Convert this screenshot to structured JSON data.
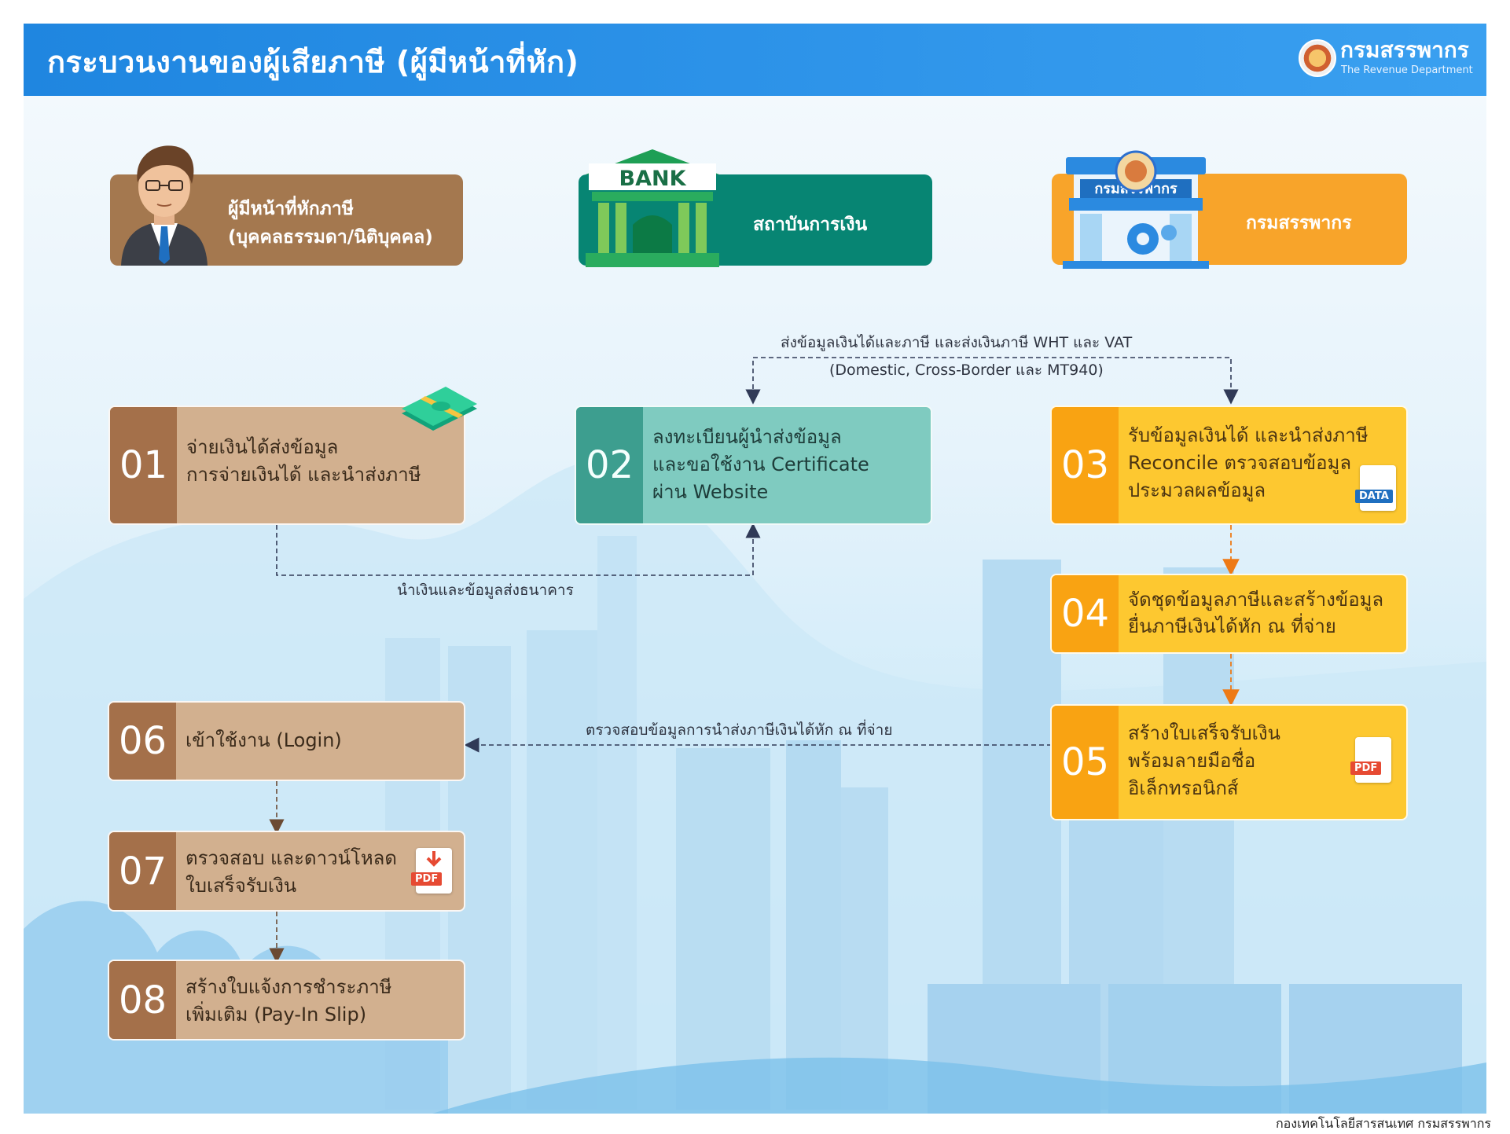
{
  "header": {
    "title": "กระบวนงานของผู้เสียภาษี (ผู้มีหน้าที่หัก)",
    "logo_name_th": "กรมสรรพากร",
    "logo_name_en": "The Revenue Department"
  },
  "actors": {
    "payer": {
      "line1": "ผู้มีหน้าที่หักภาษี",
      "line2": "(บุคคลธรรมดา/นิติบุคคล)"
    },
    "bank": {
      "label": "สถาบันการเงิน",
      "sign": "BANK"
    },
    "rd": {
      "label": "กรมสรรพากร",
      "sign": "กรมสรรพากร"
    }
  },
  "steps": {
    "s01": {
      "num": "01",
      "line1": "จ่ายเงินได้ส่งข้อมูล",
      "line2": "การจ่ายเงินได้ และนำส่งภาษี"
    },
    "s02": {
      "num": "02",
      "line1": "ลงทะเบียนผู้นำส่งข้อมูล",
      "line2": "และขอใช้งาน Certificate",
      "line3": "ผ่าน Website"
    },
    "s03": {
      "num": "03",
      "line1": "รับข้อมูลเงินได้ และนำส่งภาษี",
      "line2": "Reconcile ตรวจสอบข้อมูล",
      "line3": "ประมวลผลข้อมูล",
      "doc_tag": "DATA"
    },
    "s04": {
      "num": "04",
      "line1": "จัดชุดข้อมูลภาษีและสร้างข้อมูล",
      "line2": "ยื่นภาษีเงินได้หัก ณ ที่จ่าย"
    },
    "s05": {
      "num": "05",
      "line1": "สร้างใบเสร็จรับเงิน",
      "line2": "พร้อมลายมือชื่อ",
      "line3": "อิเล็กทรอนิกส์",
      "doc_tag": "PDF"
    },
    "s06": {
      "num": "06",
      "line1": "เข้าใช้งาน (Login)"
    },
    "s07": {
      "num": "07",
      "line1": "ตรวจสอบ และดาวน์โหลด",
      "line2": "ใบเสร็จรับเงิน",
      "doc_tag": "PDF"
    },
    "s08": {
      "num": "08",
      "line1": "สร้างใบแจ้งการชำระภาษี",
      "line2": "เพิ่มเติม (Pay-In Slip)"
    }
  },
  "connectors": {
    "bank_rd_line1": "ส่งข้อมูลเงินได้และภาษี และส่งเงินภาษี WHT และ VAT",
    "bank_rd_line2": "(Domestic, Cross-Border และ MT940)",
    "payer_bank": "นำเงินและข้อมูลส่งธนาคาร",
    "rd_payer": "ตรวจสอบข้อมูลการนำส่งภาษีเงินได้หัก ณ ที่จ่าย"
  },
  "footer": {
    "credit": "กองเทคโนโลยีสารสนเทศ กรมสรรพากร"
  },
  "colors": {
    "header_blue": "#2f95ea",
    "payer_brown": "#a4704a",
    "bank_green": "#078573",
    "rd_orange": "#f8a42a",
    "step_brown": "#d2b08f",
    "step_teal": "#7fcbc0",
    "step_yellow": "#fdc830"
  }
}
